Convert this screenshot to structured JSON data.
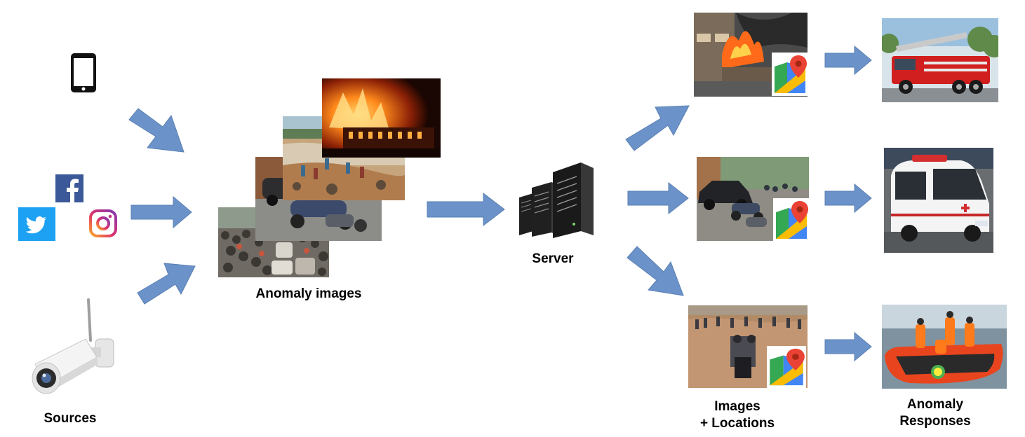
{
  "labels": {
    "sources": "Sources",
    "anomaly_images": "Anomaly images",
    "server": "Server",
    "images_locations_line1": "Images",
    "images_locations_line2": "+ Locations",
    "anomaly_responses_line1": "Anomaly",
    "anomaly_responses_line2": "Responses"
  },
  "icons": {
    "phone": "smartphone-icon",
    "facebook": "facebook-icon",
    "twitter": "twitter-icon",
    "instagram": "instagram-icon",
    "camera": "security-camera-icon",
    "server": "server-icon",
    "maps": "google-maps-icon"
  },
  "colors": {
    "arrow_fill": "#6b93c9",
    "arrow_stroke": "#5a7fb3",
    "facebook": "#3b5998",
    "twitter": "#1da1f2",
    "maps_pin": "#ea4335"
  }
}
